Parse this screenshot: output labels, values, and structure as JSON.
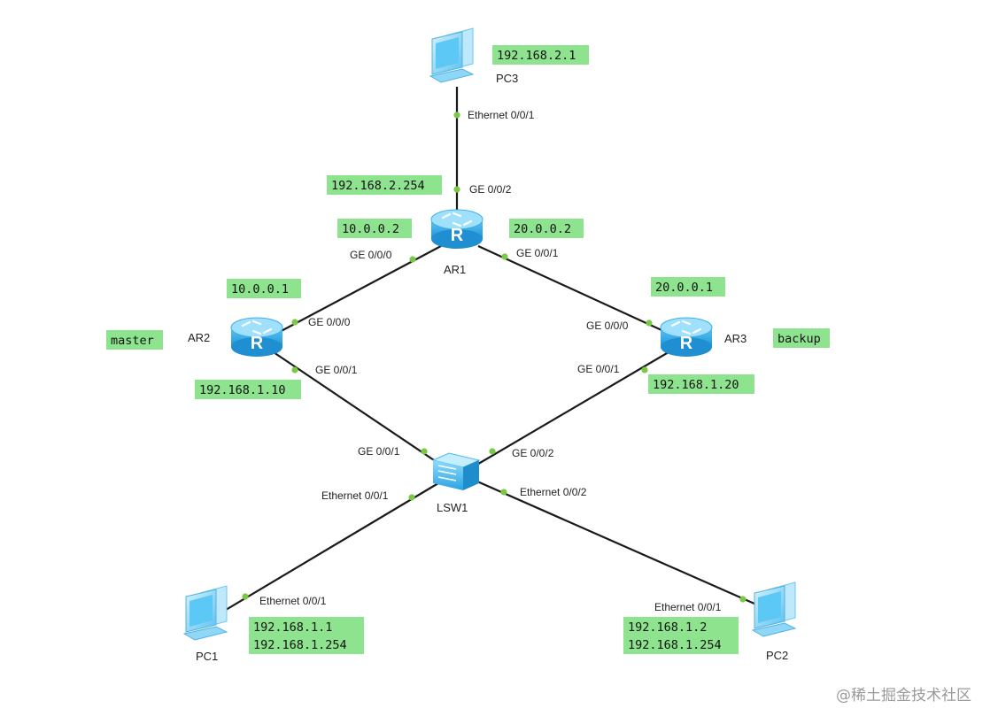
{
  "colors": {
    "link": "#1a1a1a",
    "port_dot": "#7ac943",
    "ip_box": "#8ee48e",
    "router_body": "#2ba8e6",
    "router_top": "#7fd4fb",
    "switch_body": "#3ab2ec",
    "pc_screen": "#5cc8f5"
  },
  "devices": {
    "pc3": {
      "label": "PC3",
      "icon": "pc-icon"
    },
    "ar1": {
      "label": "AR1",
      "icon": "router-icon"
    },
    "ar2": {
      "label": "AR2",
      "icon": "router-icon"
    },
    "ar3": {
      "label": "AR3",
      "icon": "router-icon"
    },
    "lsw1": {
      "label": "LSW1",
      "icon": "switch-icon"
    },
    "pc1": {
      "label": "PC1",
      "icon": "pc-icon"
    },
    "pc2": {
      "label": "PC2",
      "icon": "pc-icon"
    }
  },
  "ports": {
    "pc3_e001": "Ethernet 0/0/1",
    "ar1_ge002": "GE 0/0/2",
    "ar1_ge000": "GE 0/0/0",
    "ar1_ge001": "GE 0/0/1",
    "ar2_ge000": "GE 0/0/0",
    "ar2_ge001": "GE 0/0/1",
    "ar3_ge000": "GE 0/0/0",
    "ar3_ge001": "GE 0/0/1",
    "lsw1_ge001": "GE 0/0/1",
    "lsw1_ge002": "GE 0/0/2",
    "lsw1_e001": "Ethernet 0/0/1",
    "lsw1_e002": "Ethernet 0/0/2",
    "pc1_e001": "Ethernet 0/0/1",
    "pc2_e001": "Ethernet 0/0/1"
  },
  "ip_labels": {
    "pc3_ip": "192.168.2.1",
    "ar1_ge002_ip": "192.168.2.254",
    "ar1_ge000_ip": "10.0.0.2",
    "ar1_ge001_ip": "20.0.0.2",
    "ar2_ge000_ip": "10.0.0.1",
    "ar2_role": "master",
    "ar2_ge001_ip": "192.168.1.10",
    "ar3_ge000_ip": "20.0.0.1",
    "ar3_role": "backup",
    "ar3_ge001_ip": "192.168.1.20",
    "pc1_ip": "192.168.1.1",
    "pc1_gw": "192.168.1.254",
    "pc2_ip": "192.168.1.2",
    "pc2_gw": "192.168.1.254"
  },
  "watermark": "@稀土掘金技术社区"
}
